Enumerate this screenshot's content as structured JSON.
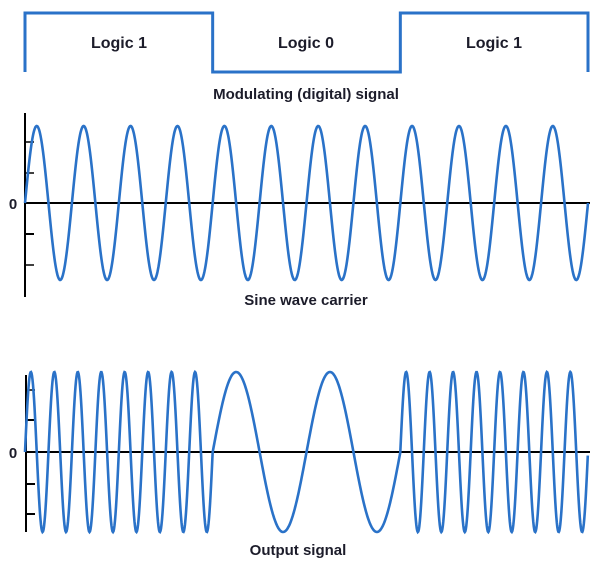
{
  "colors": {
    "signal": "#2a72c8",
    "axis": "#000000",
    "text": "#1c1c2a"
  },
  "modulating": {
    "title": "Modulating (digital) signal",
    "segments": [
      {
        "label": "Logic 1",
        "level": 1
      },
      {
        "label": "Logic 0",
        "level": 0
      },
      {
        "label": "Logic 1",
        "level": 1
      }
    ]
  },
  "carrier": {
    "title": "Sine wave carrier",
    "zero_label": "0",
    "cycles": 12
  },
  "output": {
    "title": "Output signal",
    "zero_label": "0",
    "cycles_per_segment": {
      "logic_1": 8,
      "logic_0": 2
    }
  }
}
